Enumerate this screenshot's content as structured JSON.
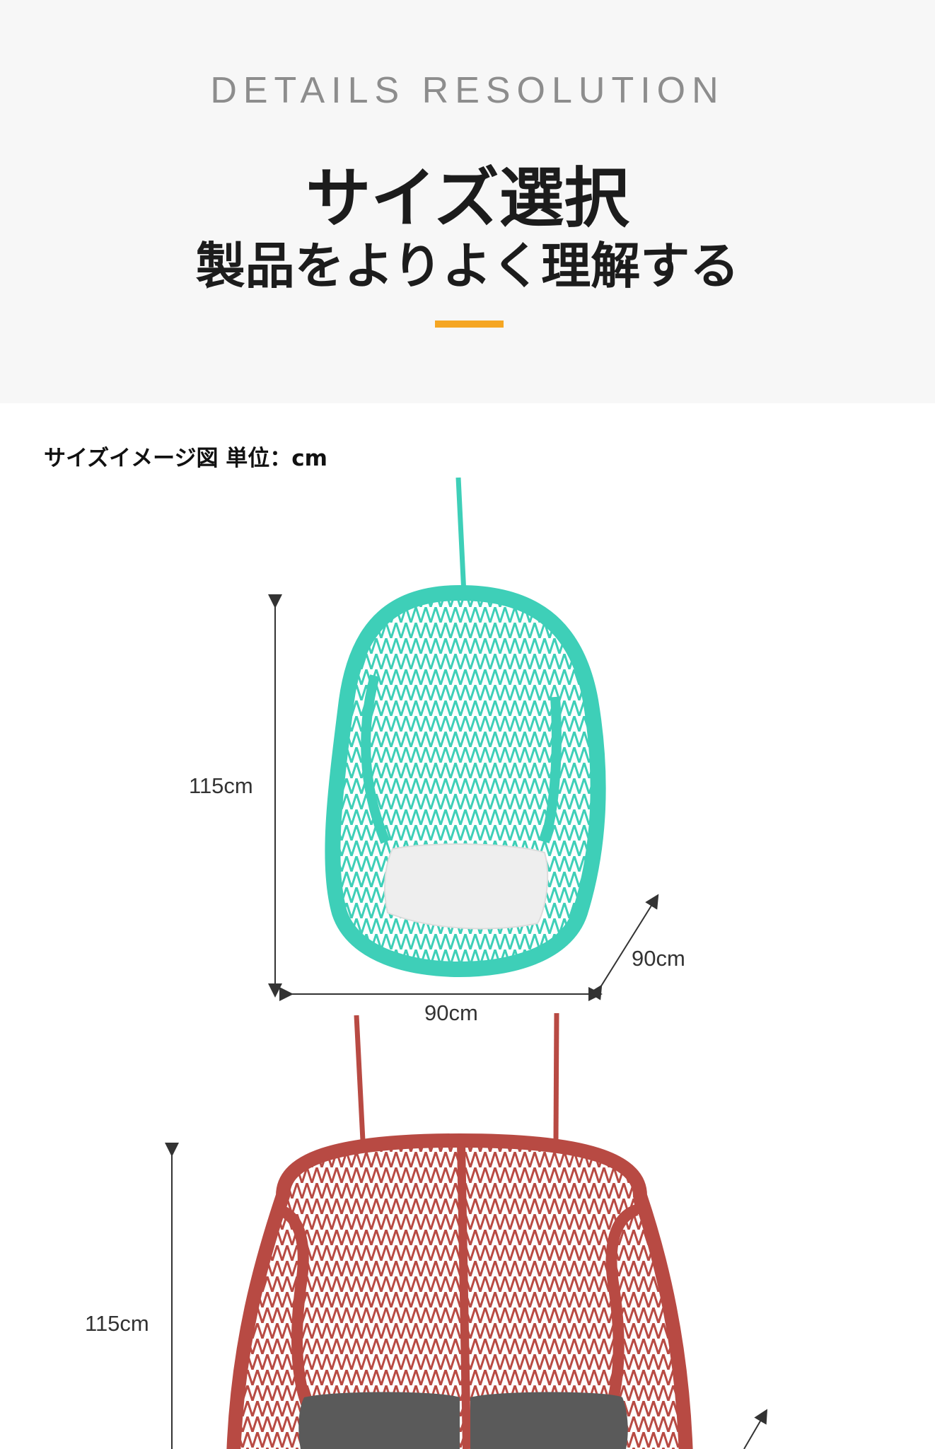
{
  "header": {
    "eyebrow": "DETAILS RESOLUTION",
    "title": "サイズ選択",
    "subtitle": "製品をよりよく理解する",
    "accent_color": "#f5a623"
  },
  "section": {
    "label": "サイズイメージ図 単位：cm"
  },
  "single_chair": {
    "color": "#3ecfb8",
    "cushion_color": "#eeeeee",
    "height_label": "115cm",
    "width_label": "90cm",
    "depth_label": "90cm"
  },
  "double_chair": {
    "color": "#b84a43",
    "cushion_color": "#5a5a5a",
    "height_label": "115cm"
  }
}
